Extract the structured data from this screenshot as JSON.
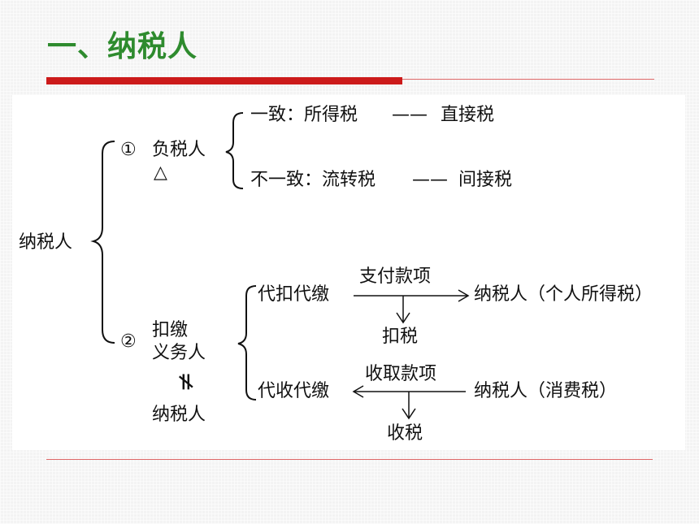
{
  "title": "一、纳税人",
  "diagram": {
    "root": "纳税人",
    "branch1": {
      "num": "①",
      "label": "负税人",
      "mark": "△",
      "case1": "一致：所得税",
      "case1_dash": "——",
      "case1_result": "直接税",
      "case2": "不一致：流转税",
      "case2_dash": "——",
      "case2_result": "间接税"
    },
    "branch2": {
      "num": "②",
      "label_line1": "扣缴",
      "label_line2": "义务人",
      "neq": "≠",
      "label_line3": "纳税人",
      "withhold": "代扣代缴",
      "withhold_arrow_label": "支付款项",
      "withhold_target": "纳税人（个人所得税）",
      "withhold_down": "扣税",
      "collect": "代收代缴",
      "collect_arrow_label": "收取款项",
      "collect_target": "纳税人（消费税）",
      "collect_down": "收税"
    }
  }
}
